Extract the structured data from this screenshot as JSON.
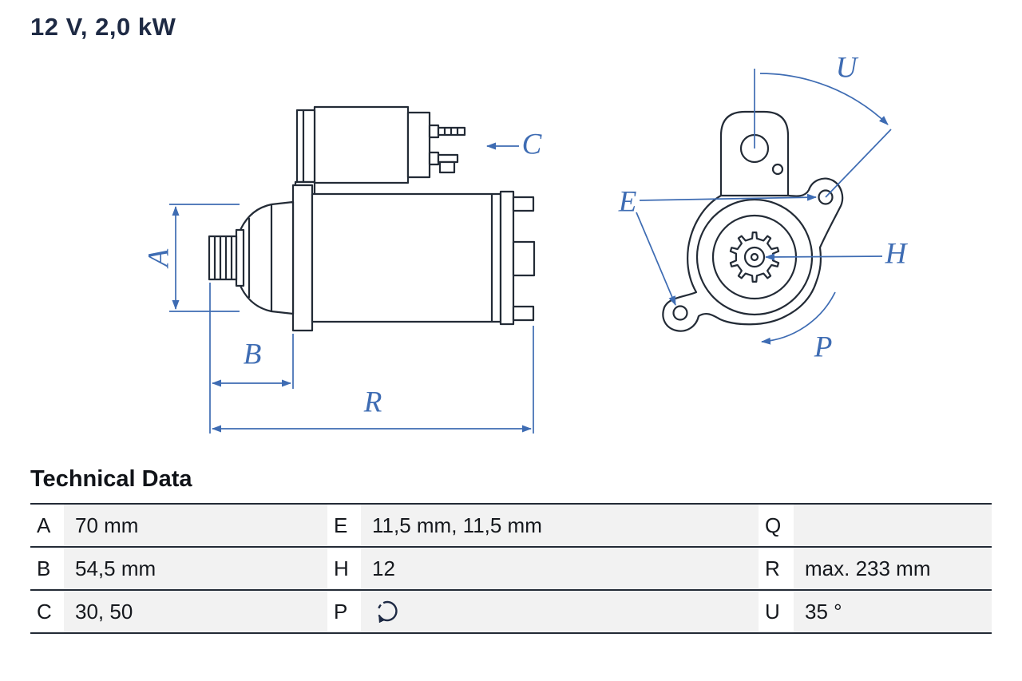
{
  "page": {
    "title": "12 V, 2,0 kW"
  },
  "diagram": {
    "labels": {
      "A": "A",
      "B": "B",
      "C": "C",
      "E": "E",
      "H": "H",
      "P": "P",
      "R": "R",
      "U": "U"
    },
    "colors": {
      "line": "#232b36",
      "dimension": "#3e6cb3",
      "title_ink": "#1e2a44",
      "table_ink": "#15181d",
      "row_shade": "#f2f2f2"
    }
  },
  "technical_data": {
    "heading": "Technical Data",
    "rows": [
      {
        "cells": [
          {
            "key": "A",
            "value": "70 mm"
          },
          {
            "key": "E",
            "value": "11,5 mm, 11,5 mm"
          },
          {
            "key": "Q",
            "value": ""
          }
        ]
      },
      {
        "cells": [
          {
            "key": "B",
            "value": "54,5 mm"
          },
          {
            "key": "H",
            "value": "12"
          },
          {
            "key": "R",
            "value": "max. 233 mm"
          }
        ]
      },
      {
        "cells": [
          {
            "key": "C",
            "value": "30, 50"
          },
          {
            "key": "P",
            "value": "",
            "icon": "rotation-direction-icon"
          },
          {
            "key": "U",
            "value": "35 °"
          }
        ]
      }
    ]
  }
}
